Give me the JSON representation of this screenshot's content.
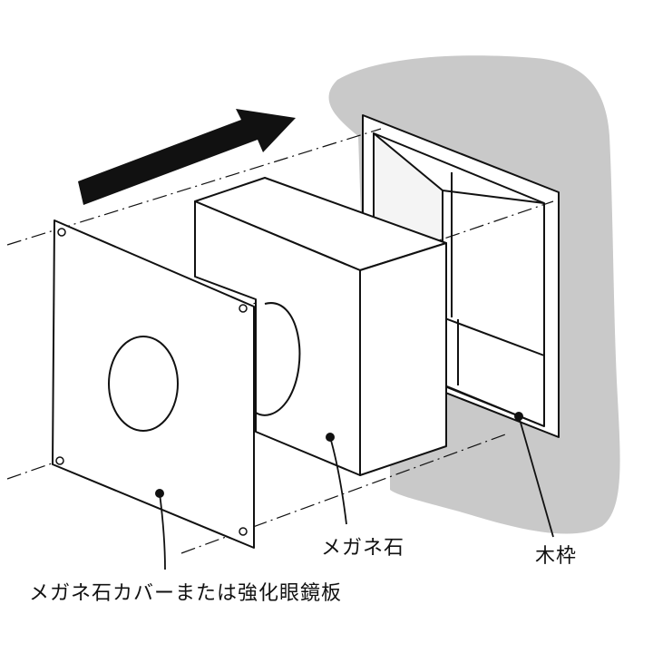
{
  "labels": {
    "megane_stone": "メガネ石",
    "wood_frame": "木枠",
    "cover_plate": "メガネ石カバーまたは強化眼鏡板"
  },
  "colors": {
    "wall": "#c9c9c9",
    "line": "#111111",
    "arrow": "#111111",
    "background": "#ffffff"
  }
}
